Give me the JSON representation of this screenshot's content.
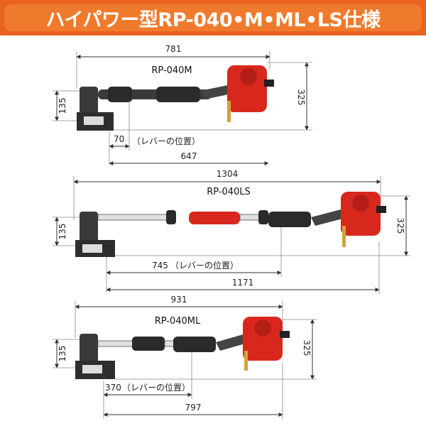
{
  "title": "ハイパワー型RP-040•M•ML•LS仕様",
  "colors": {
    "banner": "#e8631f",
    "engine": "#d8281e",
    "tube": "#3a3a3a"
  },
  "diagrams": [
    {
      "model": "RP-040M",
      "overall_length": "781",
      "height": "325",
      "head_height": "135",
      "lever_offset": "70",
      "lever_label": "（レバーの位置）",
      "handle_length": "647"
    },
    {
      "model": "RP-040LS",
      "overall_length": "1304",
      "height": "325",
      "head_height": "135",
      "lever_offset": "745",
      "lever_label": "（レバーの位置）",
      "handle_length": "1171"
    },
    {
      "model": "RP-040ML",
      "overall_length": "931",
      "height": "325",
      "head_height": "135",
      "lever_offset": "370",
      "lever_label": "（レバーの位置）",
      "handle_length": "797"
    }
  ]
}
